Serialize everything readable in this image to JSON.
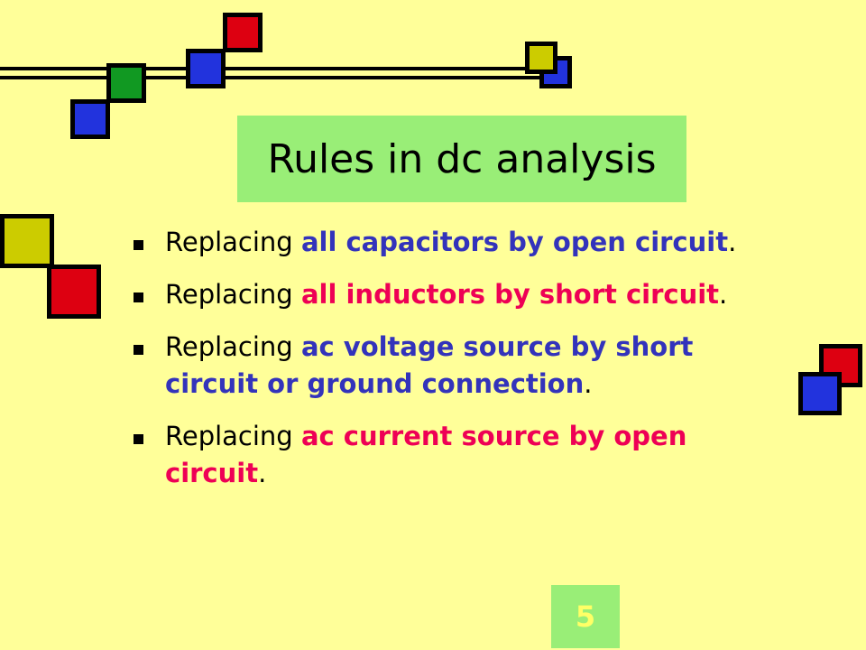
{
  "title": "Rules in dc analysis",
  "bullets": [
    {
      "prefix": "Replacing ",
      "highlight": "all capacitors by open circuit",
      "suffix": ".",
      "color": "#3333bb"
    },
    {
      "prefix": "Replacing ",
      "highlight": "all inductors by short circuit",
      "suffix": ".",
      "color": "#ee0055"
    },
    {
      "prefix": "Replacing ",
      "highlight": "ac voltage source by short circuit or ground connection",
      "suffix": ".",
      "color": "#3333bb"
    },
    {
      "prefix": "Replacing ",
      "highlight": "ac current source by open circuit",
      "suffix": ".",
      "color": "#ee0055"
    }
  ],
  "page_number": "5",
  "colors": {
    "background": "#ffff99",
    "title_box": "#99ee77",
    "blue_text": "#3333bb",
    "pink_text": "#ee0055"
  }
}
